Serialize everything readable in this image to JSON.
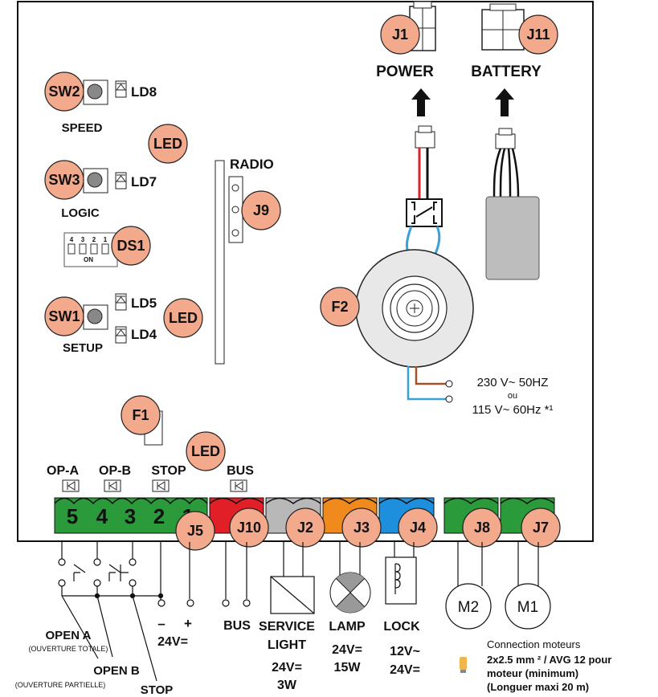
{
  "board": {
    "connectors": {
      "j1": "J1",
      "j11": "J11",
      "j9": "J9",
      "j5": "J5",
      "j10": "J10",
      "j2": "J2",
      "j3": "J3",
      "j4": "J4",
      "j8": "J8",
      "j7": "J7"
    },
    "switches": {
      "sw1": "SW1",
      "sw2": "SW2",
      "sw3": "SW3",
      "ds1": "DS1"
    },
    "leds": {
      "ld4": "LD4",
      "ld5": "LD5",
      "ld7": "LD7",
      "ld8": "LD8",
      "led": "LED"
    },
    "fuses": {
      "f1": "F1",
      "f2": "F2"
    },
    "labels": {
      "power": "POWER",
      "battery": "BATTERY",
      "radio": "RADIO",
      "speed": "SPEED",
      "logic": "LOGIC",
      "setup": "SETUP",
      "opa": "OP-A",
      "opb": "OP-B",
      "stop": "STOP",
      "bus": "BUS"
    },
    "dip": {
      "n4": "4",
      "n3": "3",
      "n2": "2",
      "n1": "1",
      "on": "ON"
    },
    "terminals": [
      "5",
      "4",
      "3",
      "2",
      "1"
    ],
    "mains": {
      "line1": "230 V~ 50HZ",
      "ou": "ou",
      "line2": "115 V~ 60Hz *¹"
    }
  },
  "wiring": {
    "open_a": "OPEN A",
    "open_a_sub": "(OUVERTURE TOTALE)",
    "open_b": "OPEN B",
    "open_b_sub": "(OUVERTURE PARTIELLE)",
    "stop": "STOP",
    "minus": "–",
    "plus": "+",
    "v24": "24V=",
    "bus": "BUS",
    "service_light": "SERVICE",
    "service_light2": "LIGHT",
    "service_v": "24V=",
    "service_w": "3W",
    "lamp": "LAMP",
    "lamp_v": "24V=",
    "lamp_w": "15W",
    "lock": "LOCK",
    "lock_v1": "12V~",
    "lock_v2": "24V=",
    "m2": "M2",
    "m1": "M1"
  },
  "notes": {
    "motor_title": "Connection moteurs",
    "motor_l1": "2x2.5 mm ² / AVG 12   pour",
    "motor_l2": "moteur (minimum)",
    "motor_l3": "(Longuer maxi 20 m)"
  },
  "colors": {
    "badge": "#f2a98c",
    "green": "#2a9a3a",
    "red": "#e01f26",
    "grey": "#b8b8b8",
    "orange": "#f08a1c",
    "blue": "#1e8fdc",
    "wire_blue": "#3aa0d8",
    "wire_brown": "#a0522d",
    "wire_red": "#d8242a"
  }
}
